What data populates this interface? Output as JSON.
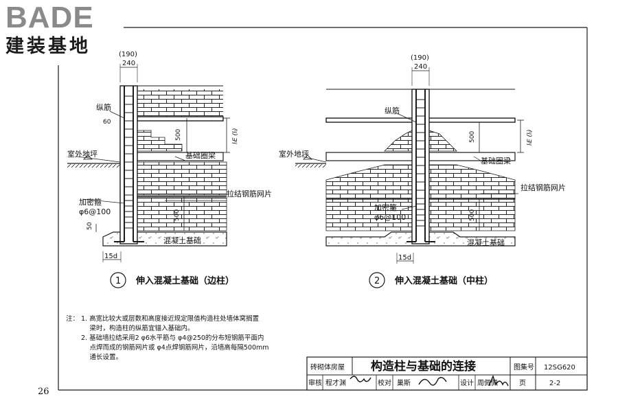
{
  "logo": {
    "text_en": "BADE",
    "text_zh": "建装基地"
  },
  "page_number": "26",
  "colors": {
    "line": "#1a1a1a",
    "logo_grey": "#8a8a8a"
  },
  "detail1": {
    "dim_top_paren": "(190)",
    "dim_top": "240",
    "longitudinal_bar": "纵筋",
    "dim_60": "60",
    "dim_500_upper": "500",
    "anchor_length": "lₗE (lₗ)",
    "foundation_ring_beam": "基础圈梁",
    "outdoor_ground": "室外地坪",
    "tie_mesh": "拉结钢筋网片",
    "dense_stirrup": "加密箍",
    "stirrup_spec": "φ6@100",
    "dim_500_lower": "500",
    "dim_50": "50",
    "concrete_foundation": "混凝土基础",
    "dim_15d": "15d",
    "number": "1",
    "caption": "伸入混凝土基础（边柱）"
  },
  "detail2": {
    "dim_top_paren": "(190)",
    "dim_top": "240",
    "longitudinal_bar": "纵筋",
    "dim_500_upper": "500",
    "anchor_length": "lₗE (lₗ)",
    "outdoor_ground": "室外地坪",
    "foundation_ring_beam": "基础圈梁",
    "tie_mesh": "拉结钢筋网片",
    "dense_stirrup": "加密箍",
    "stirrup_spec": "φ6@100",
    "dim_500_lower": "500",
    "concrete_foundation": "混凝土基础",
    "dim_15d": "15d",
    "number": "2",
    "caption": "伸入混凝土基础（中柱）"
  },
  "notes": {
    "label": "注：",
    "items": [
      "1. 高宽比较大或层数和高度接近规定限值构造柱处墙体窝搁置",
      "　 梁时，构造柱的纵筋宜锚入基础内。",
      "2. 基础墙拉结采用2 φ6水平筋与 φ4@250的分布短钢筋平面内",
      "　 点焊而成的钢筋网片或 φ4点焊钢筋网片，沿墙高每隔500mm",
      "　 通长设置。"
    ]
  },
  "title_block": {
    "category": "砖砌体房屋",
    "title": "构造柱与基础的连接",
    "atlas_label": "图集号",
    "atlas_no": "12SG620",
    "review_label": "审核",
    "reviewer": "程才渊",
    "check_label": "校对",
    "checker": "巢斯",
    "design_label": "设计",
    "designer": "周佩佩",
    "page_label": "页",
    "page_no": "2-2"
  }
}
